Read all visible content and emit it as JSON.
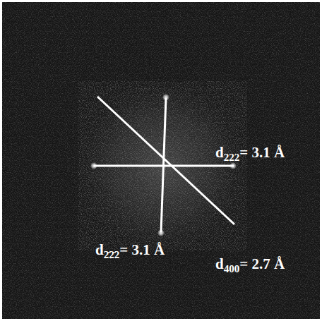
{
  "diagram": {
    "labels": [
      "d222= 3.1 Å",
      "d2̄2̄2= 3.1 Å",
      "d400= 2.7 Å"
    ]
  }
}
